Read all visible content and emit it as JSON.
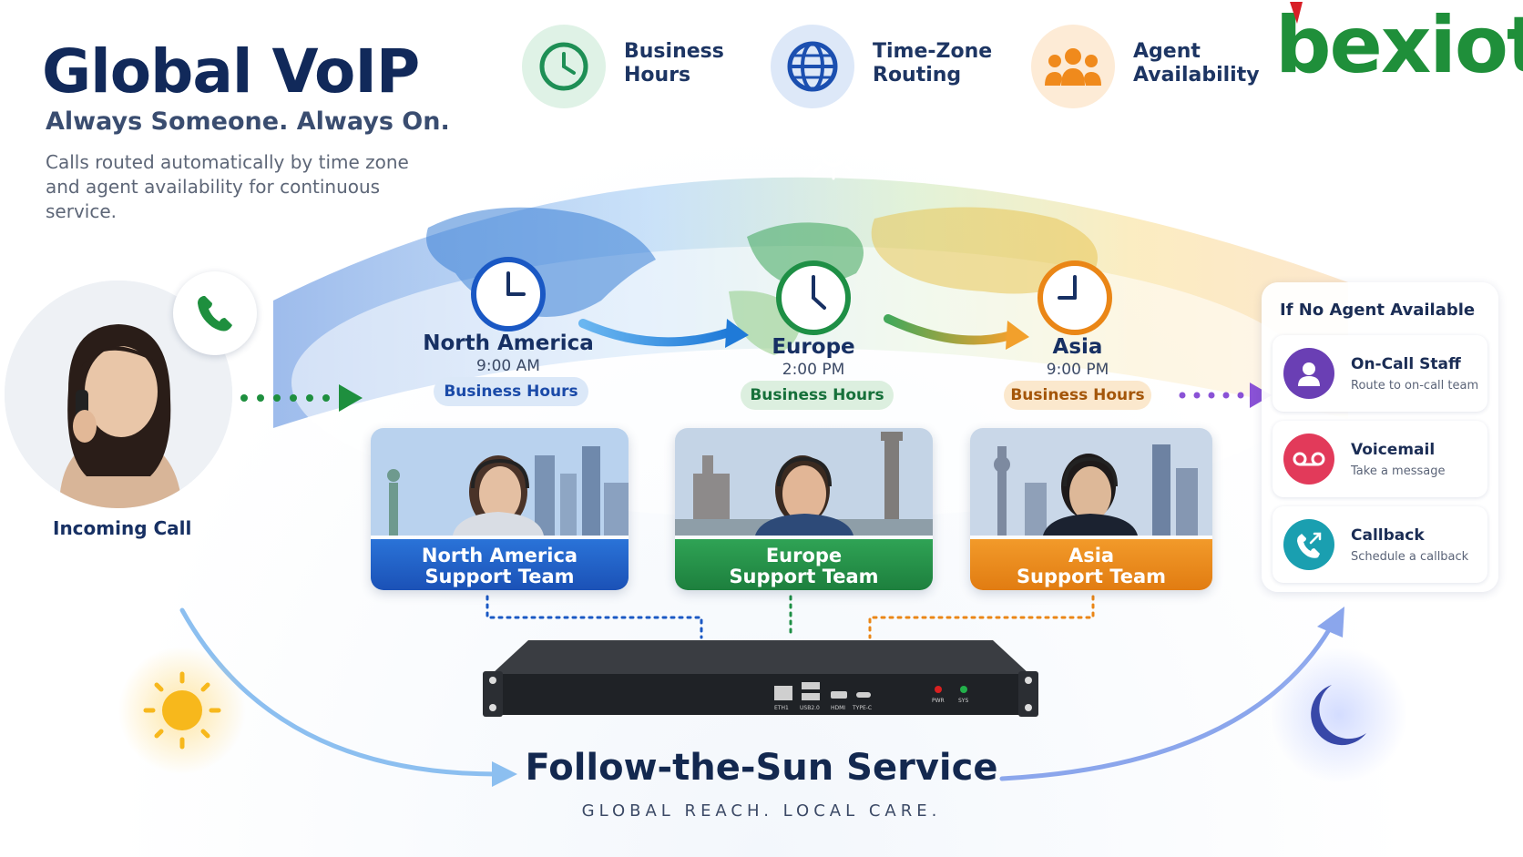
{
  "header": {
    "title": "Global VoIP",
    "subtitle": "Always Someone. Always On.",
    "description": "Calls routed automatically by time zone and agent availability for continuous service."
  },
  "features": [
    {
      "label_line1": "Business",
      "label_line2": "Hours",
      "icon": "clock-icon",
      "color": "#1e8f55"
    },
    {
      "label_line1": "Time-Zone",
      "label_line2": "Routing",
      "icon": "globe-icon",
      "color": "#1b4fb0"
    },
    {
      "label_line1": "Agent",
      "label_line2": "Availability",
      "icon": "team-icon",
      "color": "#f08a1c"
    }
  ],
  "logo": {
    "text": "bexiot",
    "color": "#1f8f3a",
    "accent": "#d81f26"
  },
  "caller": {
    "label": "Incoming Call",
    "icon": "phone-icon"
  },
  "regions": [
    {
      "name": "North America",
      "time": "9:00 AM",
      "status": "Business Hours",
      "team_line1": "North America",
      "team_line2": "Support Team",
      "color": "#1a58c4"
    },
    {
      "name": "Europe",
      "time": "2:00 PM",
      "status": "Business Hours",
      "team_line1": "Europe",
      "team_line2": "Support Team",
      "color": "#1e8f45"
    },
    {
      "name": "Asia",
      "time": "9:00 PM",
      "status": "Business Hours",
      "team_line1": "Asia",
      "team_line2": "Support Team",
      "color": "#ea8616"
    }
  ],
  "fallback": {
    "title": "If No Agent Available",
    "options": [
      {
        "name": "On-Call Staff",
        "desc": "Route to on-call team",
        "icon": "person-icon",
        "color": "#6a3fb4"
      },
      {
        "name": "Voicemail",
        "desc": "Take a message",
        "icon": "voicemail-icon",
        "color": "#e23a5a"
      },
      {
        "name": "Callback",
        "desc": "Schedule a callback",
        "icon": "callback-icon",
        "color": "#1a9fb0"
      }
    ]
  },
  "device_ports": [
    "ETH1",
    "USB2.0",
    "HDMI",
    "TYPE-C",
    "PWR",
    "SYS"
  ],
  "footer": {
    "title": "Follow-the-Sun Service",
    "tagline": "GLOBAL REACH. LOCAL CARE."
  }
}
